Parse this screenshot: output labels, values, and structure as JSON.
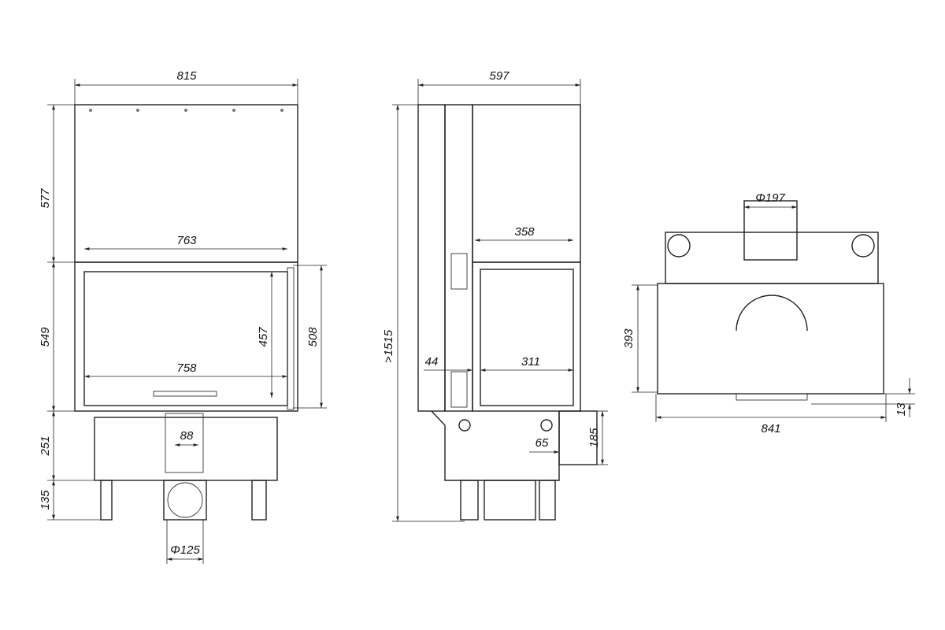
{
  "front_view": {
    "width_top": "815",
    "height_top": "577",
    "inner_width_top": "763",
    "height_door": "549",
    "glass_height": "457",
    "door_height": "508",
    "glass_width": "758",
    "height_base": "251",
    "air_inlet_width": "88",
    "leg_height": "135",
    "flue_diameter": "Φ125"
  },
  "side_view": {
    "depth": "597",
    "total_height": ">1515",
    "top_depth": "358",
    "offset": "44",
    "glass_depth": "311",
    "pipe_offset": "65",
    "pipe_height": "185"
  },
  "top_view": {
    "flue_diameter": "Φ197",
    "depth": "393",
    "width": "841",
    "offset": "13"
  }
}
